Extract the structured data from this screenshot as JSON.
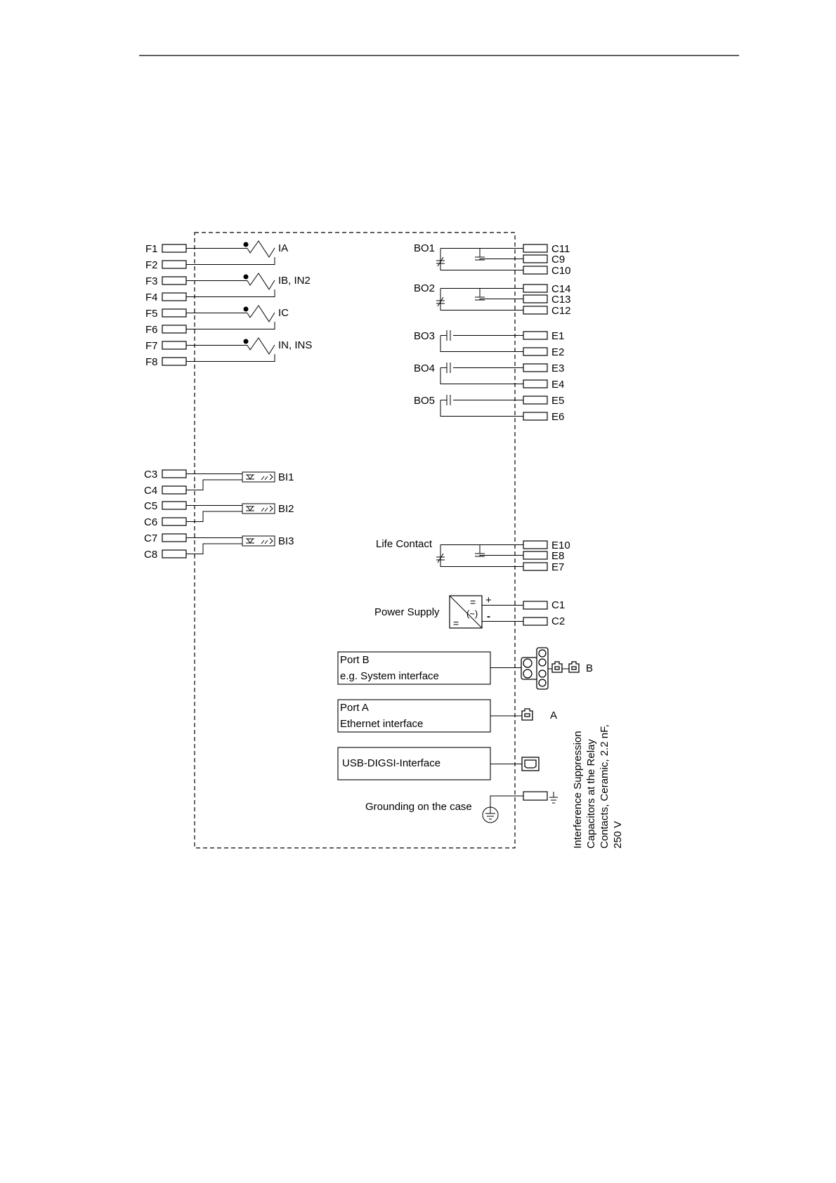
{
  "terminals": {
    "F1": "F1",
    "F2": "F2",
    "F3": "F3",
    "F4": "F4",
    "F5": "F5",
    "F6": "F6",
    "F7": "F7",
    "F8": "F8",
    "C3": "C3",
    "C4": "C4",
    "C5": "C5",
    "C6": "C6",
    "C7": "C7",
    "C8": "C8",
    "C11": "C11",
    "C9": "C9",
    "C10": "C10",
    "C14": "C14",
    "C13": "C13",
    "C12": "C12",
    "E1": "E1",
    "E2": "E2",
    "E3": "E3",
    "E4": "E4",
    "E5": "E5",
    "E6": "E6",
    "E10": "E10",
    "E8": "E8",
    "E7": "E7",
    "C1": "C1",
    "C2": "C2"
  },
  "current_inputs": {
    "ia": "IA",
    "ib": "IB, IN2",
    "ic": "IC",
    "in": "IN, INS"
  },
  "binary_inputs": {
    "bi1": "BI1",
    "bi2": "BI2",
    "bi3": "BI3"
  },
  "binary_outputs": {
    "bo1": "BO1",
    "bo2": "BO2",
    "bo3": "BO3",
    "bo4": "BO4",
    "bo5": "BO5"
  },
  "life_contact": "Life Contact",
  "power_supply": {
    "label": "Power Supply",
    "plus": "+",
    "minus": "-",
    "dc_symbol": "=",
    "ac_symbol": "(~)"
  },
  "ports": {
    "port_b_title": "Port B",
    "port_b_desc": "e.g. System interface",
    "port_b_letter": "B",
    "port_a_title": "Port A",
    "port_a_desc": "Ethernet interface",
    "port_a_letter": "A",
    "usb": "USB-DIGSI-Interface"
  },
  "grounding": "Grounding on the case",
  "note_lines": [
    "Interference Suppression",
    "Capacitors at the Relay",
    "Contacts, Ceramic, 2.2 nF,",
    "250 V"
  ]
}
